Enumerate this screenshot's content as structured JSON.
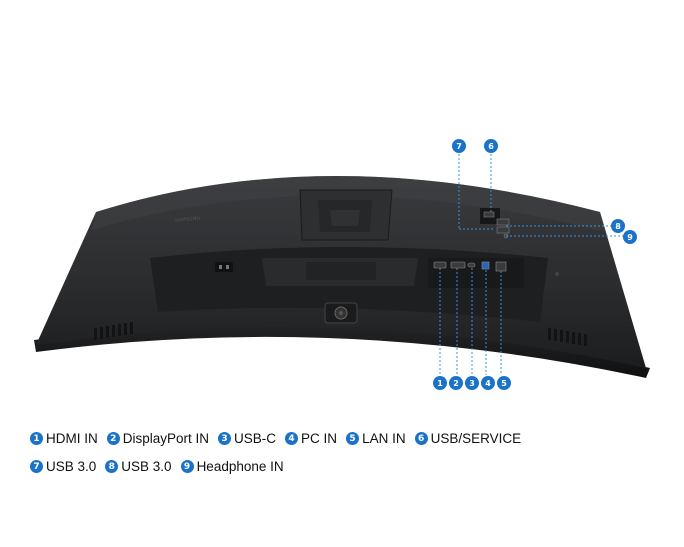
{
  "ports": [
    {
      "num": "1",
      "label": "HDMI IN"
    },
    {
      "num": "2",
      "label": "DisplayPort IN"
    },
    {
      "num": "3",
      "label": "USB-C"
    },
    {
      "num": "4",
      "label": "PC IN"
    },
    {
      "num": "5",
      "label": "LAN IN"
    },
    {
      "num": "6",
      "label": "USB/SERVICE"
    },
    {
      "num": "7",
      "label": "USB 3.0"
    },
    {
      "num": "8",
      "label": "USB 3.0"
    },
    {
      "num": "9",
      "label": "Headphone IN"
    }
  ],
  "colors": {
    "badge": "#1a73c8",
    "monitor_body": "#2b2c2e",
    "monitor_dark": "#1b1c1e",
    "callout_line": "#3a8fdc"
  }
}
